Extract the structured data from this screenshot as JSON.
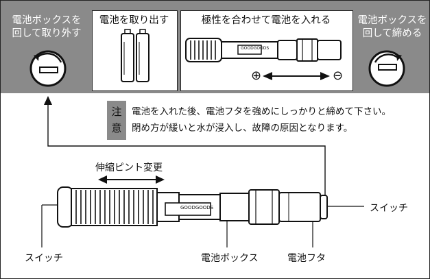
{
  "steps": {
    "remove_box": "電池ボックスを\n回して取り外す",
    "take_out": "電池を取り出す",
    "insert": "極性を合わせて電池を入れる",
    "tighten_box": "電池ボックスを\n回して締める"
  },
  "polarity": {
    "plus": "⊕",
    "minus": "⊖"
  },
  "notice": {
    "tag_top": "注",
    "tag_bottom": "意",
    "line1": "電池を入れた後、電池フタを強めにしっかりと締めて下さい。",
    "line2": "閉め方が緩いと水が浸入し、故障の原因となります。"
  },
  "callouts": {
    "focus": "伸縮ピント変更",
    "switch_right": "スイッチ",
    "switch_left": "スイッチ",
    "battery_box": "電池ボックス",
    "battery_cap": "電池フタ"
  },
  "logo_text": "GOODGOODS"
}
